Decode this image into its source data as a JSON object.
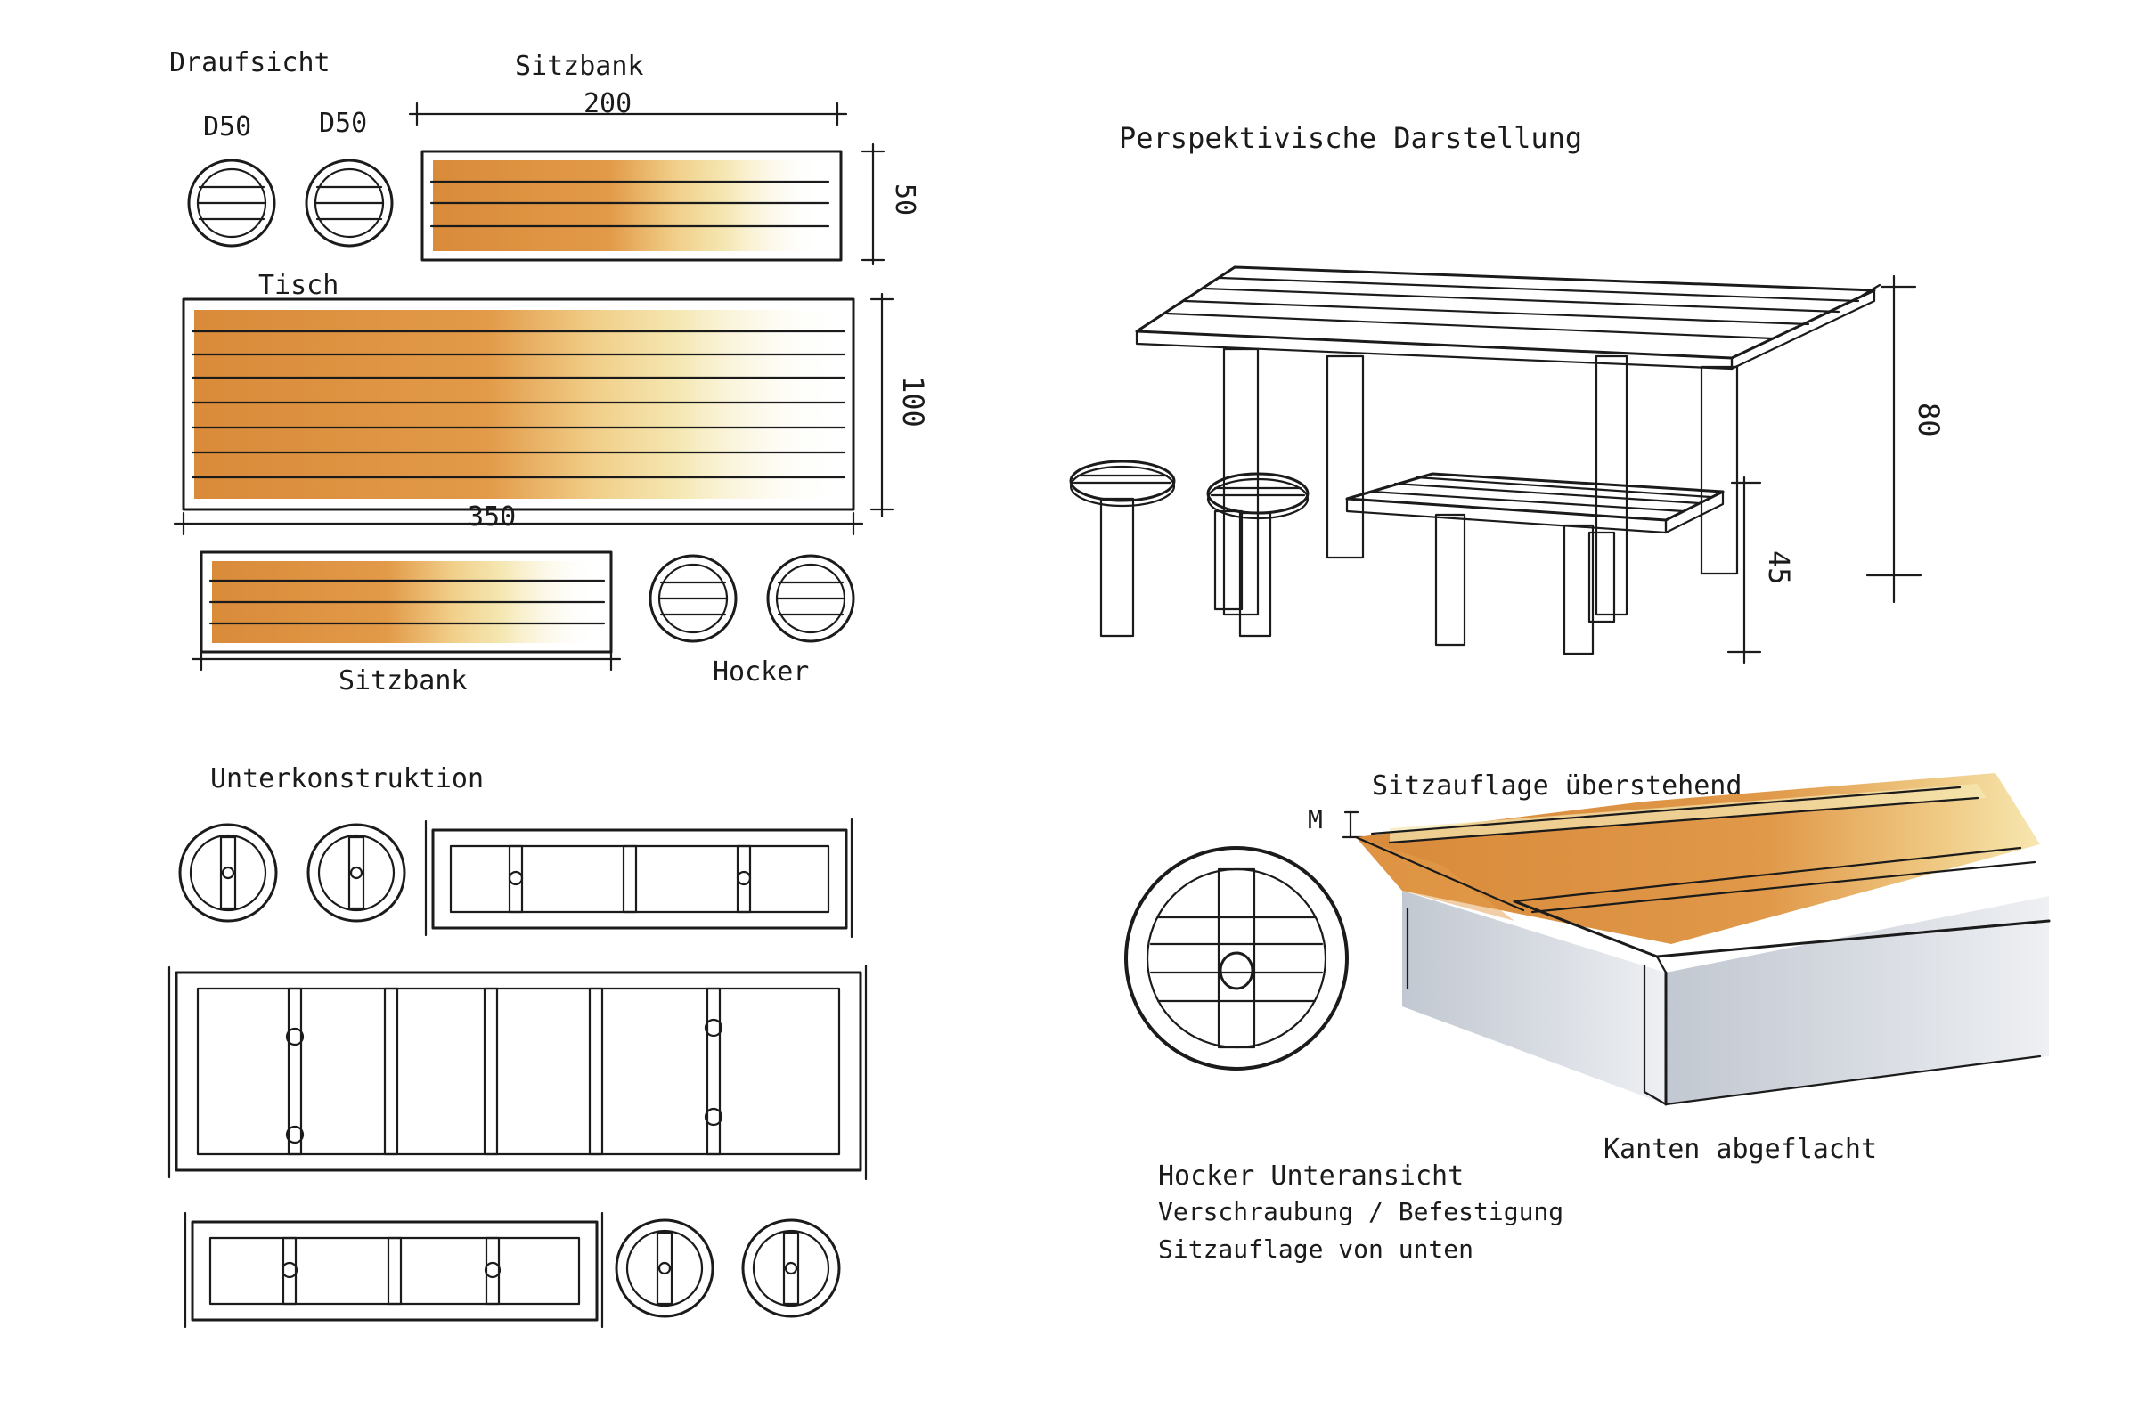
{
  "labels": {
    "draufsicht": "Draufsicht",
    "sitzbank_top": "Sitzbank",
    "d50_a": "D50",
    "d50_b": "D50",
    "dim_200": "200",
    "dim_50": "50",
    "tisch": "Tisch",
    "dim_100": "100",
    "dim_350": "350",
    "sitzbank_bottom": "Sitzbank",
    "hocker": "Hocker",
    "perspektive": "Perspektivische Darstellung",
    "dim_80": "80",
    "dim_45": "45",
    "unterkonstruktion": "Unterkonstruktion",
    "sitzauflage": "Sitzauflage überstehend",
    "dim_m": "M",
    "hocker_unteransicht": "Hocker Unteransicht",
    "verschraubung": "Verschraubung / Befestigung",
    "sitzauflage_unten": "Sitzauflage von unten",
    "kanten": "Kanten abgeflacht"
  },
  "colors": {
    "wood": "#d98b3a",
    "wood_light": "#efc27a",
    "wood_pale": "#f3e3a6",
    "metal": "#c9ced6",
    "metal_dark": "#a9b0ba",
    "ink": "#1b1b1b"
  }
}
